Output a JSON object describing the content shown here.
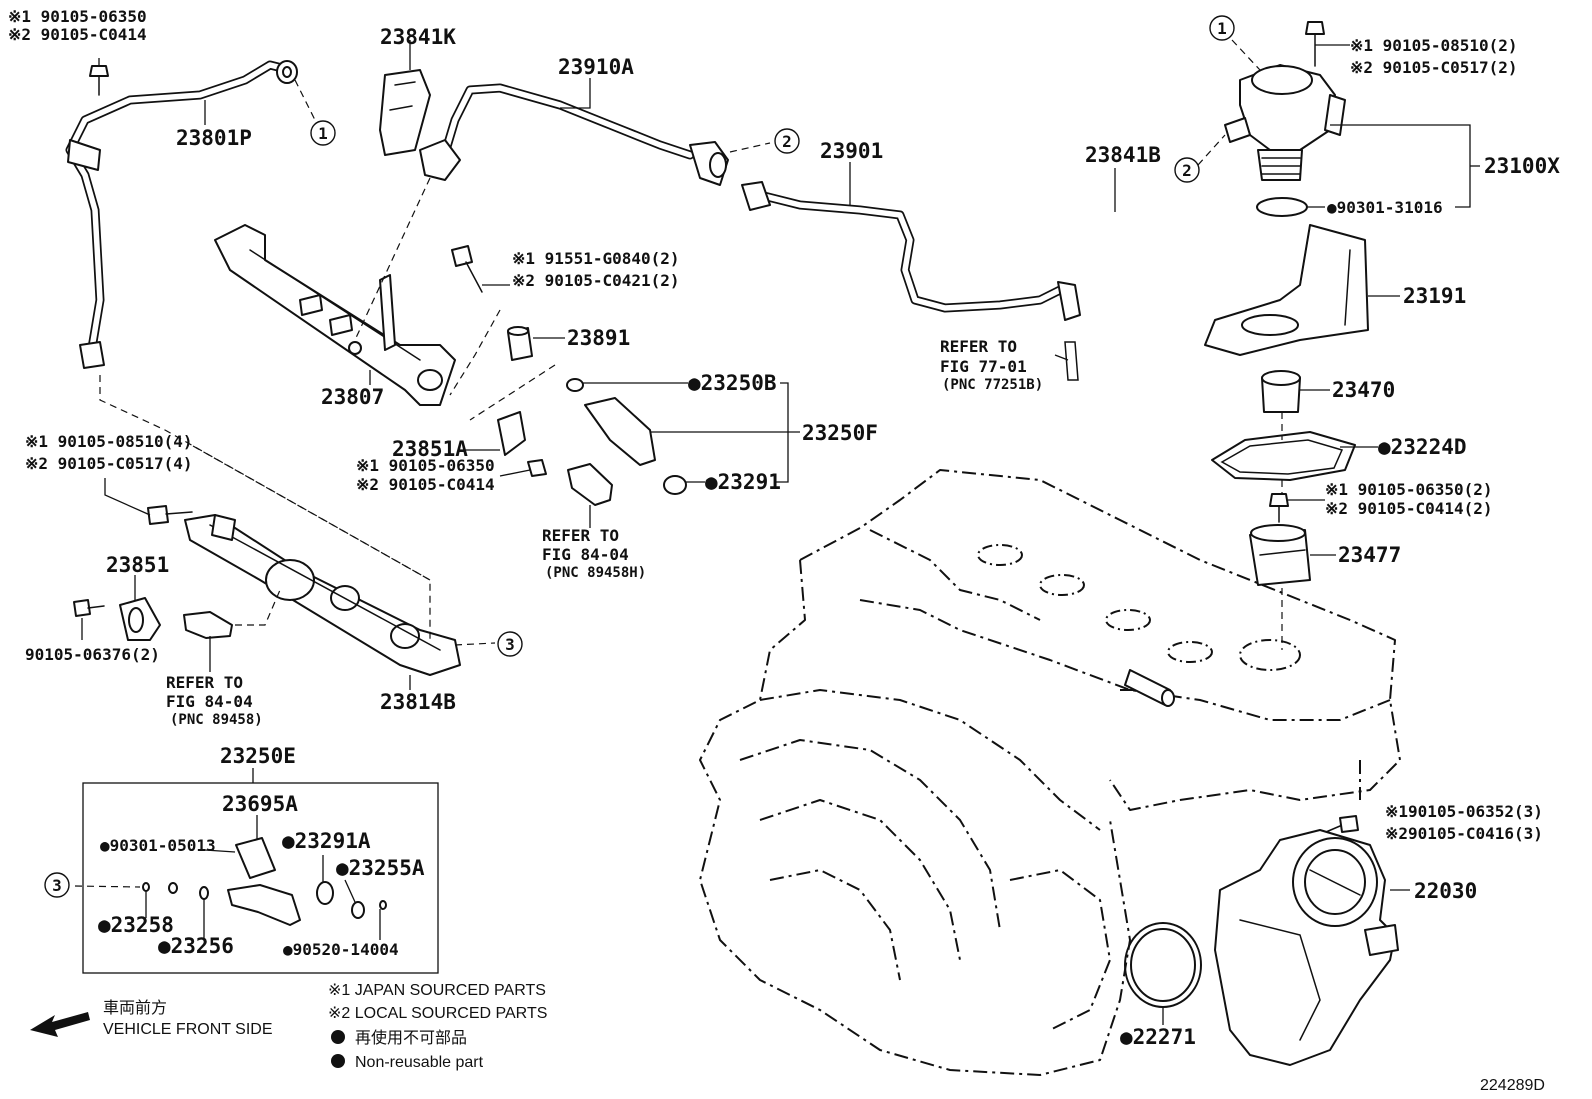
{
  "labels": {
    "p1": "※1 90105-06350",
    "p2": "※2 90105-C0414",
    "p3": "23801P",
    "p4": "23841K",
    "p5": "23910A",
    "p6": "23901",
    "p7": "23841B",
    "p8": "※1 90105-08510(2)",
    "p9": "※2 90105-C0517(2)",
    "p10": "23100X",
    "p11": "●90301-31016",
    "p12": "23191",
    "p13": "23470",
    "p14": "●23224D",
    "p15": "※1 90105-06350(2)",
    "p16": "※2 90105-C0414(2)",
    "p17": "23477",
    "p18": "※1 91551-G0840(2)",
    "p19": "※2 90105-C0421(2)",
    "p20": "23891",
    "p21": "23807",
    "p22": "●23250B",
    "p23": "23250F",
    "p24": "●23291",
    "p25": "23851A",
    "p26": "※1 90105-06350",
    "p27": "※2 90105-C0414",
    "p28": "REFER TO",
    "p29": "FIG 84-04",
    "p30": "(PNC 89458H)",
    "p31": "REFER TO",
    "p32": "FIG 77-01",
    "p33": "(PNC 77251B)",
    "p34": "※1 90105-08510(4)",
    "p35": "※2 90105-C0517(4)",
    "p36": "23851",
    "p37": "90105-06376(2)",
    "p38": "REFER TO",
    "p39": "FIG 84-04",
    "p40": "(PNC 89458)",
    "p41": "23814B",
    "p42": "23250E",
    "p43": "23695A",
    "p44": "●90301-05013",
    "p45": "●23291A",
    "p46": "●23255A",
    "p47": "●23258",
    "p48": "●23256",
    "p49": "●90520-14004",
    "p50": "※190105-06352(3)",
    "p51": "※290105-C0416(3)",
    "p52": "22030",
    "p53": "●22271"
  },
  "callouts": {
    "c1": "1",
    "c2": "2",
    "c3": "3"
  },
  "legend": {
    "jp_front": "車両前方",
    "front": "VEHICLE FRONT SIDE",
    "japan": "※1 JAPAN SOURCED PARTS",
    "local": "※2 LOCAL SOURCED PARTS",
    "nonreuse_jp": "再使用不可部品",
    "nonreuse": "Non-reusable part"
  },
  "figure_id": "224289D"
}
